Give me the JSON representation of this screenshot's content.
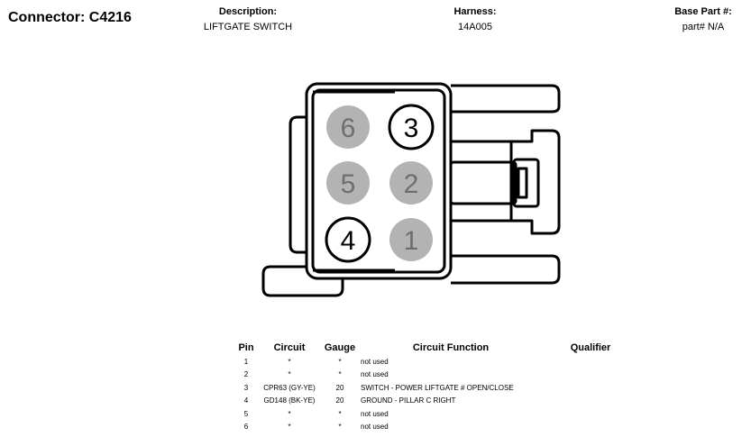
{
  "header": {
    "connector_label": "Connector: C4216",
    "description_label": "Description:",
    "description_value": "LIFTGATE SWITCH",
    "harness_label": "Harness:",
    "harness_value": "14A005",
    "base_part_label": "Base Part #:",
    "base_part_value": "part# N/A"
  },
  "connector": {
    "pins": [
      {
        "number": "6",
        "state": "unused"
      },
      {
        "number": "3",
        "state": "used"
      },
      {
        "number": "5",
        "state": "unused"
      },
      {
        "number": "2",
        "state": "unused"
      },
      {
        "number": "4",
        "state": "used"
      },
      {
        "number": "1",
        "state": "unused"
      }
    ],
    "colors": {
      "used_fill": "#ffffff",
      "unused_fill": "#b3b3b3",
      "used_text": "#000000",
      "unused_text": "#6e6e6e"
    }
  },
  "table": {
    "headers": {
      "pin": "Pin",
      "circuit": "Circuit",
      "gauge": "Gauge",
      "function": "Circuit Function",
      "qualifier": "Qualifier"
    },
    "rows": [
      {
        "pin": "1",
        "circuit": "*",
        "gauge": "*",
        "function": "not used",
        "qualifier": ""
      },
      {
        "pin": "2",
        "circuit": "*",
        "gauge": "*",
        "function": "not used",
        "qualifier": ""
      },
      {
        "pin": "3",
        "circuit": "CPR63 (GY-YE)",
        "gauge": "20",
        "function": "SWITCH - POWER LIFTGATE # OPEN/CLOSE",
        "qualifier": ""
      },
      {
        "pin": "4",
        "circuit": "GD148 (BK-YE)",
        "gauge": "20",
        "function": "GROUND - PILLAR C RIGHT",
        "qualifier": ""
      },
      {
        "pin": "5",
        "circuit": "*",
        "gauge": "*",
        "function": "not used",
        "qualifier": ""
      },
      {
        "pin": "6",
        "circuit": "*",
        "gauge": "*",
        "function": "not used",
        "qualifier": ""
      }
    ]
  }
}
